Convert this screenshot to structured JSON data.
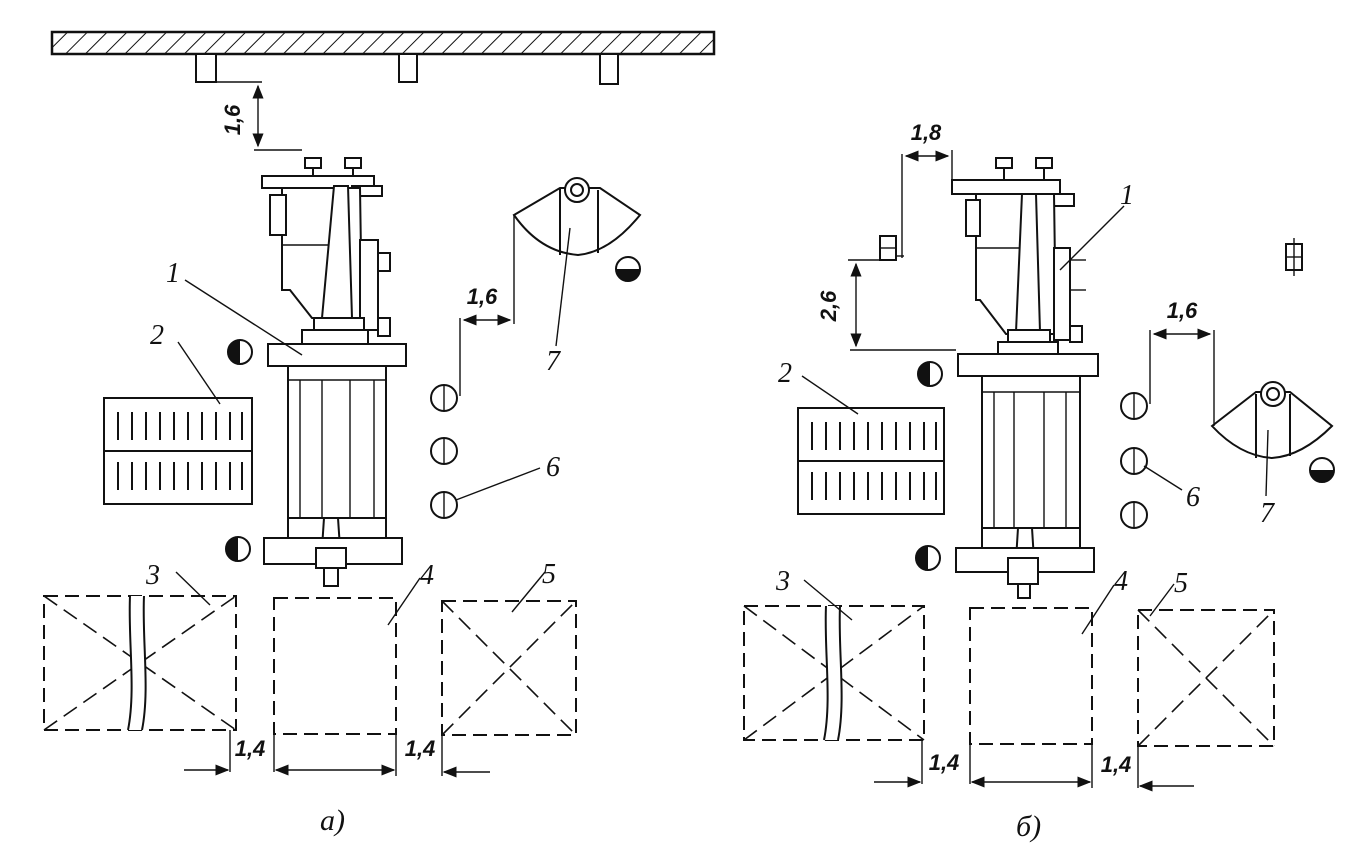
{
  "panel_a": {
    "caption": "а)",
    "dims": {
      "ceiling_gap": "1,6",
      "cabinet_gap": "1,6",
      "bottom_left": "1,4",
      "bottom_right": "1,4"
    },
    "labels": {
      "n1": "1",
      "n2": "2",
      "n3": "3",
      "n4": "4",
      "n5": "5",
      "n6": "6",
      "n7": "7"
    }
  },
  "panel_b": {
    "caption": "б)",
    "dims": {
      "top_gap": "1,8",
      "side_gap": "2,6",
      "cabinet_gap": "1,6",
      "bottom_left": "1,4",
      "bottom_right": "1,4"
    },
    "labels": {
      "n1": "1",
      "n2": "2",
      "n3": "3",
      "n4": "4",
      "n5": "5",
      "n6": "6",
      "n7": "7"
    }
  },
  "colors": {
    "ink": "#111111",
    "paper": "#ffffff"
  }
}
